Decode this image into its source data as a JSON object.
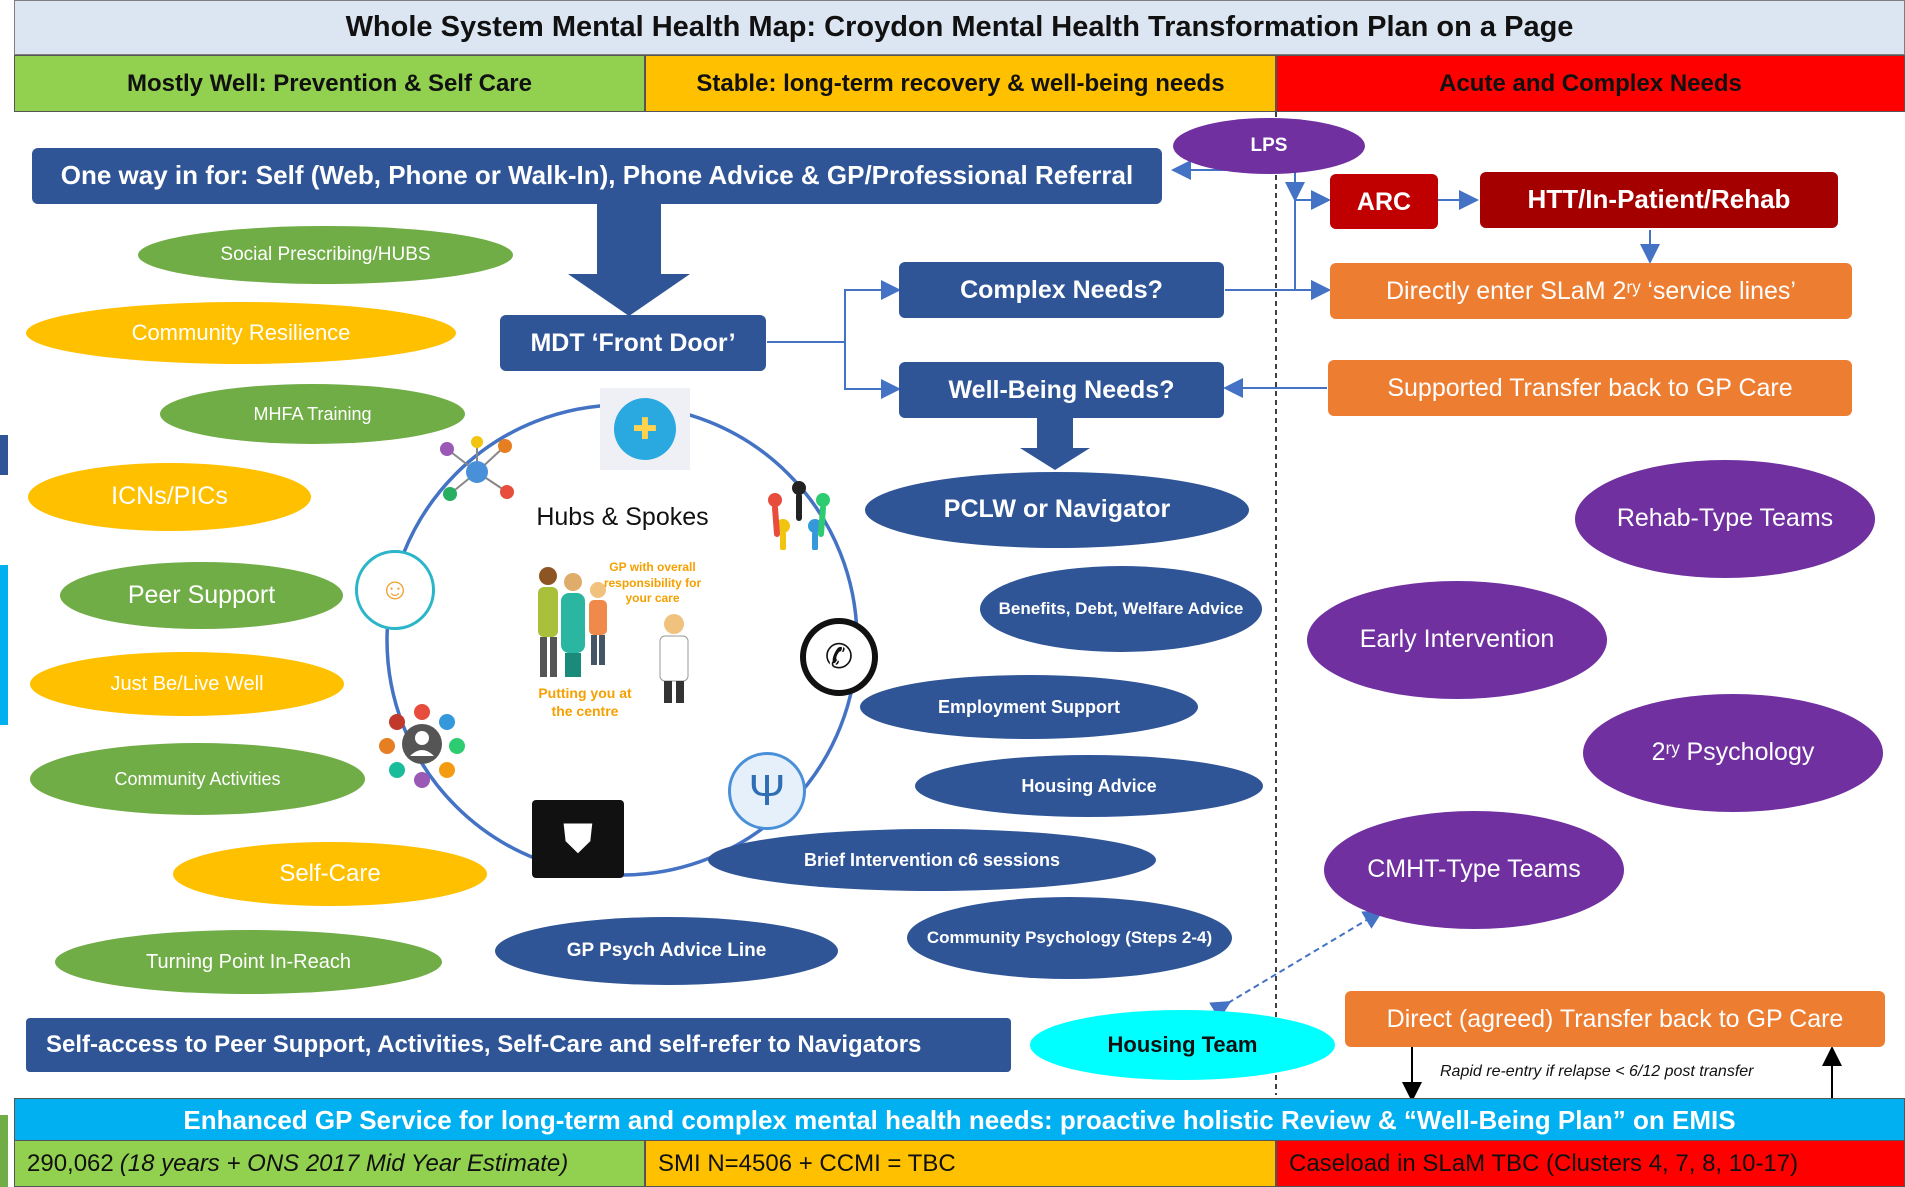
{
  "title": "Whole System Mental Health Map: Croydon Mental Health Transformation Plan on a Page",
  "columns": {
    "mostly_well": "Mostly Well: Prevention & Self Care",
    "stable": "Stable: long-term recovery & well-being needs",
    "acute": "Acute and Complex Needs"
  },
  "entry": "One way in for: Self (Web, Phone or Walk-In), Phone Advice & GP/Professional Referral",
  "lps": "LPS",
  "arc": "ARC",
  "htt": "HTT/In-Patient/Rehab",
  "mdt": "MDT ‘Front Door’",
  "complex_needs": "Complex Needs?",
  "wellbeing_needs": "Well-Being Needs?",
  "direct_enter": "Directly enter SLaM 2ʳʸ ‘service lines’",
  "supported_transfer": "Supported Transfer back to GP Care",
  "pclw": "PCLW or Navigator",
  "hub": {
    "title": "Hubs & Spokes",
    "gp_text": "GP with overall responsibility for your care",
    "centre_text": "Putting you at the centre"
  },
  "left_services": [
    "Social Prescribing/HUBS",
    "Community Resilience",
    "MHFA Training",
    "ICNs/PICs",
    "Peer Support",
    "Just Be/Live Well",
    "Community Activities",
    "Self-Care",
    "Turning Point In-Reach"
  ],
  "mid_services": [
    "Benefits, Debt, Welfare Advice",
    "Employment Support",
    "Housing Advice",
    "Brief Intervention c6 sessions",
    "Community Psychology (Steps 2-4)",
    "GP Psych Advice Line"
  ],
  "acute_services": {
    "rehab": "Rehab-Type Teams",
    "early": "Early Intervention",
    "psych": "2ʳʸ Psychology",
    "cmht": "CMHT-Type Teams"
  },
  "housing_team": "Housing Team",
  "self_access": "Self-access to Peer Support, Activities, Self-Care and self-refer to Navigators",
  "direct_transfer": "Direct (agreed) Transfer back to GP Care",
  "rapid_reentry": "Rapid re-entry if relapse < 6/12 post transfer",
  "enhanced_gp": "Enhanced GP Service for long-term and complex mental health needs: proactive holistic Review & “Well-Being Plan” on EMIS",
  "footer": {
    "population_num": "290,062 ",
    "population_note": "(18 years + ONS 2017 Mid Year Estimate)",
    "smi": "SMI N=4506 + CCMI = TBC",
    "caseload": "Caseload in SLaM TBC (Clusters 4, 7, 8, 10-17)"
  },
  "colors": {
    "green": "#92d050",
    "amber": "#ffc000",
    "red": "#ff0000",
    "navy": "#2f5597",
    "orange": "#ed7d31",
    "purple": "#7030a0",
    "cyan": "#00ffff",
    "enhanced_bar": "#00b0f0"
  }
}
